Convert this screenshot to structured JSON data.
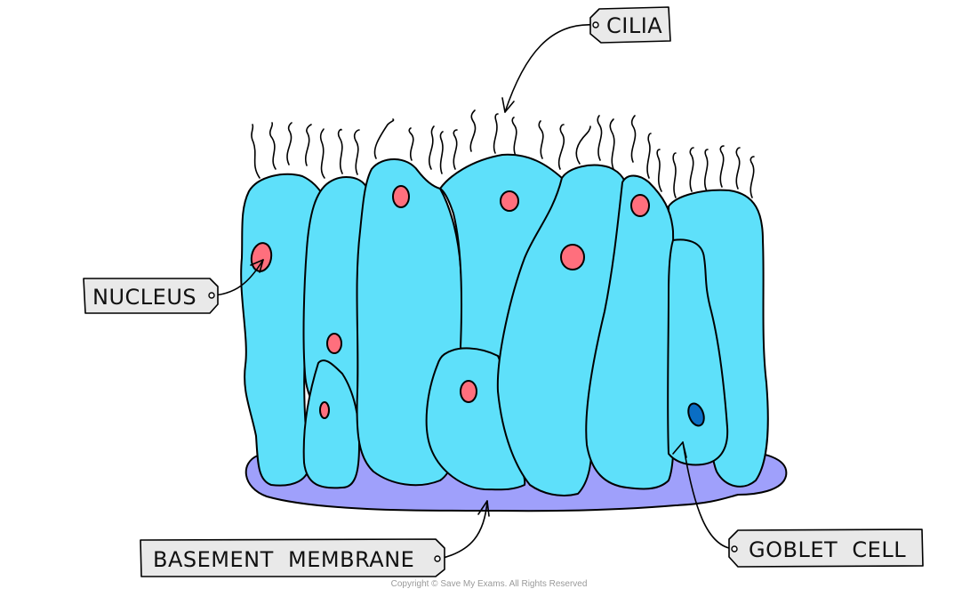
{
  "diagram": {
    "title": "Ciliated epithelium",
    "colors": {
      "cell_fill": "#5ee0fa",
      "nucleus_fill": "#ff6f7d",
      "goblet_nucleus_fill": "#0a6ec4",
      "membrane_fill": "#9fa0fb",
      "tag_fill": "#e9e9e9"
    },
    "labels": {
      "cilia": "CILIA",
      "nucleus": "NUCLEUS",
      "basement_membrane": "BASEMENT  MEMBRANE",
      "goblet_cell": "GOBLET  CELL"
    }
  },
  "footer": {
    "copyright": "Copyright © Save My Exams. All Rights Reserved"
  }
}
